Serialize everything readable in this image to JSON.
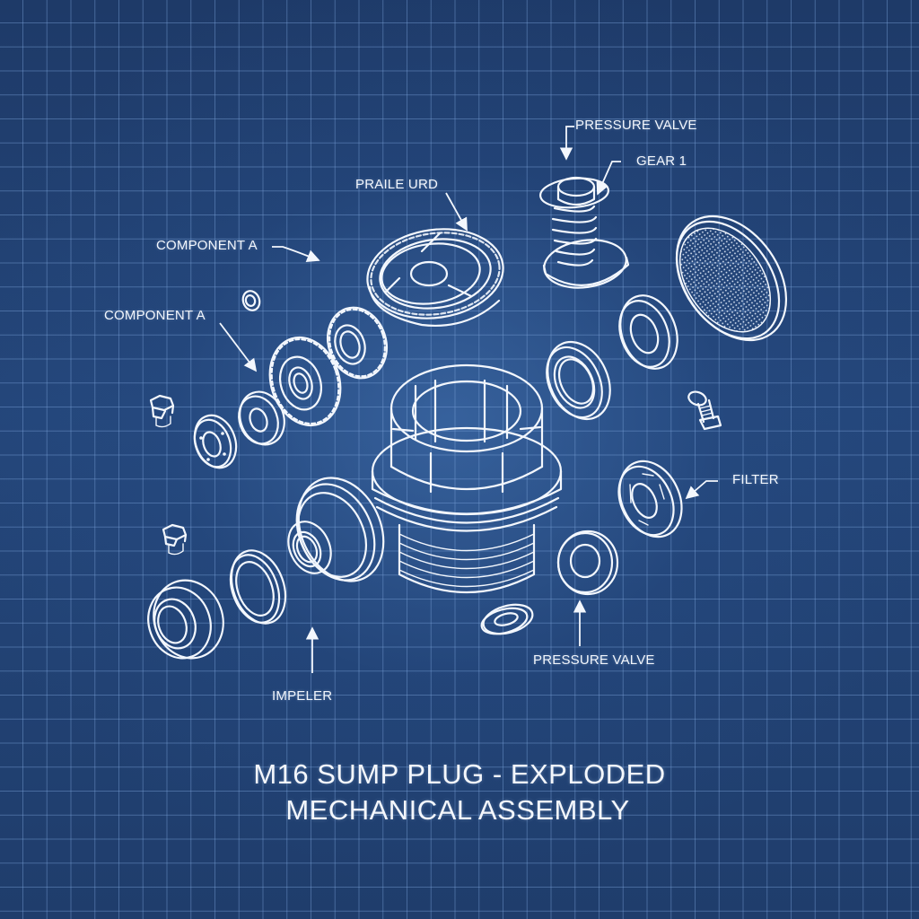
{
  "diagram": {
    "title_line1": "M16 SUMP PLUG - EXPLODED",
    "title_line2": "MECHANICAL ASSEMBLY",
    "style": "blueprint",
    "colors": {
      "background_dark": "#1d3763",
      "background_center": "#3560a0",
      "grid_line": "#789fd7",
      "line_art": "#f3f7fd"
    },
    "labels": [
      {
        "id": "pressure-valve-top",
        "text": "PRESSURE VALVE"
      },
      {
        "id": "gear-1",
        "text": "GEAR 1"
      },
      {
        "id": "praile-urd",
        "text": "PRAILE URD"
      },
      {
        "id": "component-a-upper",
        "text": "COMPONENT A"
      },
      {
        "id": "component-a-lower",
        "text": "COMPONENT A"
      },
      {
        "id": "filter",
        "text": "FILTER"
      },
      {
        "id": "pressure-valve-bottom",
        "text": "PRESSURE VALVE"
      },
      {
        "id": "impeler",
        "text": "IMPELER"
      }
    ],
    "parts": [
      "main-plug-body",
      "large-gear",
      "small-gear-1",
      "small-gear-2",
      "spring-valve",
      "mesh-filter-disc",
      "seal-ring-right-upper",
      "seal-ring-right-mid",
      "bolt-right",
      "slotted-washer-right",
      "flat-washer-lower",
      "small-washer-lower",
      "flanged-bushing",
      "o-ring-left",
      "bearing-cup-left",
      "bolt-left-upper",
      "bolt-left-lower",
      "bearing-left",
      "seal-left",
      "tiny-ring"
    ]
  }
}
